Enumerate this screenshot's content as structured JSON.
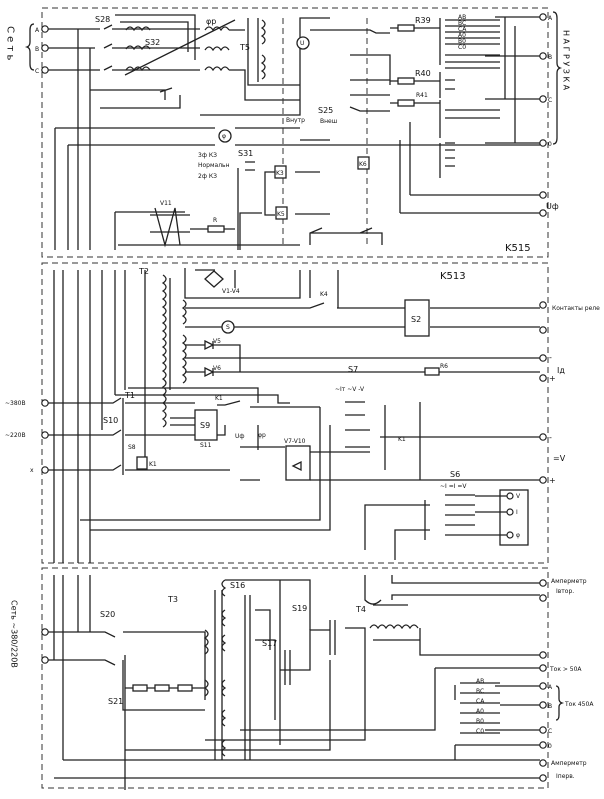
{
  "blocks": {
    "top": {
      "name": "K515",
      "network_label": "С е т ь",
      "phases_in": [
        "A",
        "B",
        "C"
      ],
      "load_label": "Н А Г Р У З К А",
      "phases_out": [
        "A",
        "B",
        "C",
        "0"
      ],
      "uf_terminal": "Uф",
      "components": {
        "s28": "S28",
        "s32": "S32",
        "phi_r": "φр",
        "t5": "T5",
        "u_meter": "U",
        "r39": "R39",
        "r40": "R40",
        "r41": "R41",
        "s25": "S25",
        "internal": "Внутр",
        "external": "Внеш",
        "phi_meter": "φ",
        "mode3": "3ф КЗ",
        "mode_normal": "Нормальн",
        "mode2": "2ф КЗ",
        "s31": "S31",
        "k3": "K3",
        "k5": "K5",
        "k6": "K6",
        "v11": "V11",
        "r": "R"
      },
      "tap_labels": [
        "AB",
        "BC",
        "CA",
        "A0",
        "B0",
        "C0"
      ]
    },
    "middle": {
      "name": "K513",
      "components": {
        "t2": "T2",
        "v1v4": "V1-V4",
        "k4": "K4",
        "s2": "S2",
        "s": "S",
        "v5": "V5",
        "v6": "V6",
        "s7": "S7",
        "r6": "R6",
        "t1": "T1",
        "s9": "S9",
        "k1a": "K1",
        "s10": "S10",
        "s11": "S11",
        "uf": "Uф",
        "phr": "φр",
        "v7v10": "V7-V10",
        "s8": "S8",
        "k1b": "K1",
        "k1c": "K1",
        "s6": "S6",
        "mode_top": "~Iт ~V -V",
        "mode_s6": "~I =I =V"
      },
      "inputs": [
        "~380В",
        "~220В",
        "x"
      ],
      "relay_contacts": "Контакты реле",
      "id_label": "Iд",
      "dcv_label": "=V",
      "meter_box": [
        "V",
        "I",
        "φ"
      ],
      "minus": "-",
      "plus": "+"
    },
    "bottom": {
      "network_label": "Сеть ~380/220В",
      "components": {
        "s20": "S20",
        "s21": "S21",
        "t3": "T3",
        "s16": "S16",
        "s17": "S17",
        "s19": "S19",
        "t4": "T4"
      },
      "ammeter_secondary": [
        "Амперметр",
        "Iвтор."
      ],
      "current_50": "Ток > 50А",
      "phases": [
        "A",
        "B",
        "C",
        "0"
      ],
      "current_450": "Ток 450А",
      "ammeter_primary": [
        "Амперметр",
        "Iперв."
      ],
      "tap_labels": [
        "AB",
        "BC",
        "CA",
        "A0",
        "B0",
        "C0"
      ]
    }
  }
}
